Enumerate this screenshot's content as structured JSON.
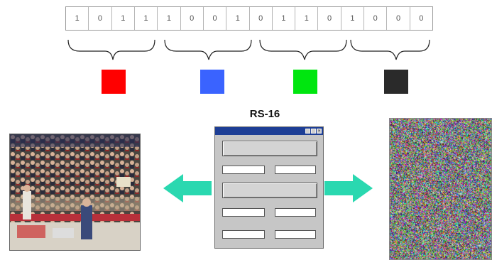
{
  "bits": [
    "1",
    "0",
    "1",
    "1",
    "1",
    "0",
    "0",
    "1",
    "0",
    "1",
    "1",
    "0",
    "1",
    "0",
    "0",
    "0"
  ],
  "groups": [
    {
      "name": "red",
      "color": "#ff0000"
    },
    {
      "name": "blue",
      "color": "#3a63ff"
    },
    {
      "name": "green",
      "color": "#00e60f"
    },
    {
      "name": "black",
      "color": "#2a2a2a"
    }
  ],
  "title": "RS-16",
  "arrow_color": "#2ad8b0",
  "dialog": {
    "window_title": "",
    "top_button": "",
    "mid_button": "",
    "labels": [
      "",
      "",
      "",
      "",
      "",
      ""
    ],
    "fields": [
      "",
      "",
      "",
      "",
      "",
      ""
    ]
  },
  "images": {
    "left": "crowd-photo",
    "right": "encrypted-noise"
  }
}
